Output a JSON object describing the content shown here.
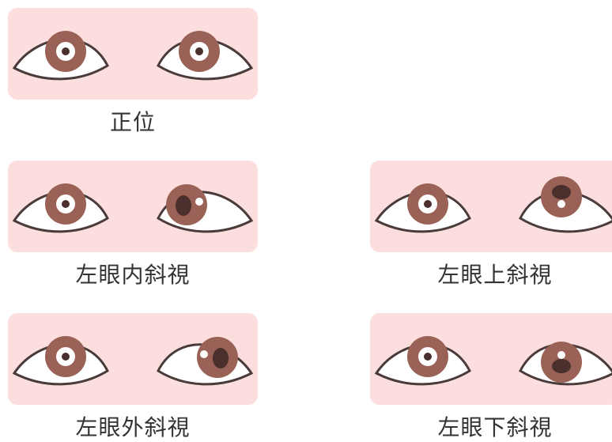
{
  "colors": {
    "panel_bg": "#fbdedd",
    "outline": "#4a3b3b",
    "iris": "#9a6256",
    "pupil": "#4a2f2c",
    "highlight": "#ffffff",
    "text": "#333333"
  },
  "panels": [
    {
      "label": "正位"
    },
    {
      "label": "左眼内斜視"
    },
    {
      "label": "左眼上斜視"
    },
    {
      "label": "左眼外斜視"
    },
    {
      "label": "左眼下斜視"
    }
  ]
}
